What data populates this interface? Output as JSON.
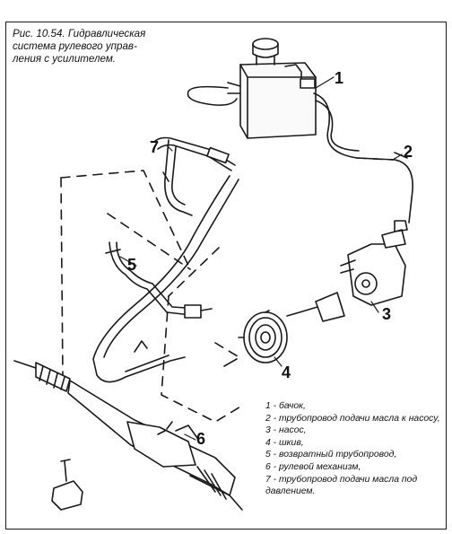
{
  "caption": {
    "line1": "Рис. 10.54. Гидравлическая",
    "line2": "система рулевого управ-",
    "line3": "ления с усилителем."
  },
  "callouts": [
    "1",
    "2",
    "3",
    "4",
    "5",
    "6",
    "7"
  ],
  "legend": [
    "1 - бачок,",
    "2 - трубопровод подачи масла к насосу,",
    "3 - насос,",
    "4 - шкив,",
    "5 - возвратный трубопровод,",
    "6 - рулевой механизм,",
    "7 - трубопровод подачи масла под давлением."
  ]
}
